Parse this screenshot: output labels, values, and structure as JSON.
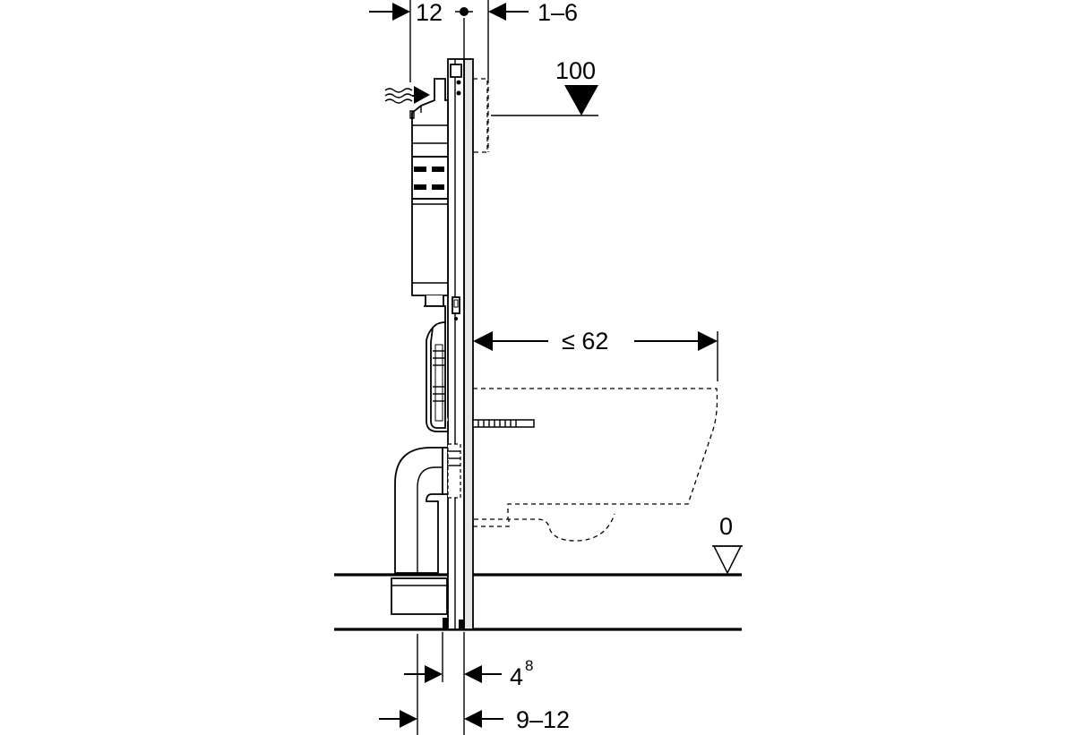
{
  "diagram": {
    "dimensions": {
      "top_offset": "12",
      "top_range": "1–6",
      "height": "100",
      "projection": "≤ 62",
      "floor_level": "0",
      "frame_depth_base": "4",
      "frame_depth_sup": "8",
      "bottom_range": "9–12"
    },
    "colors": {
      "line": "#000000",
      "frame_fill": "#e6e6e6",
      "background": "#ffffff"
    }
  }
}
